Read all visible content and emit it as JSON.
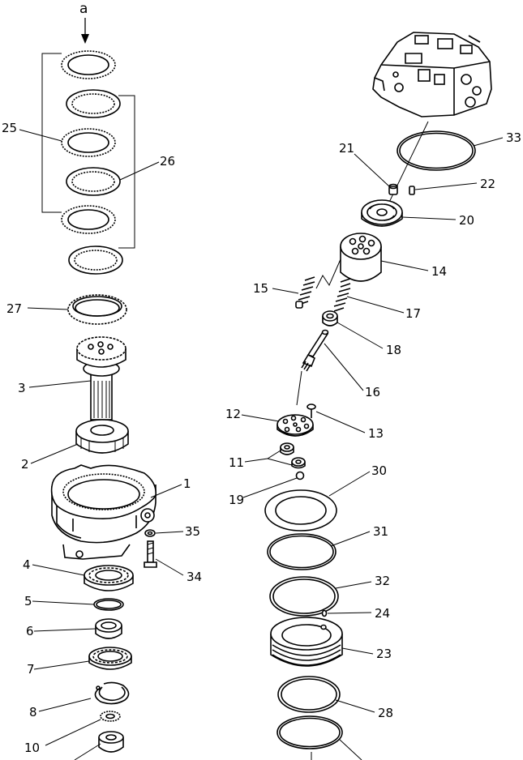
{
  "diagram": {
    "arrow_label": "a",
    "labels": {
      "p1": "1",
      "p2": "2",
      "p3": "3",
      "p4": "4",
      "p5": "5",
      "p6": "6",
      "p7": "7",
      "p8": "8",
      "p10": "10",
      "p11": "11",
      "p12": "12",
      "p13": "13",
      "p14": "14",
      "p15": "15",
      "p16": "16",
      "p17": "17",
      "p18": "18",
      "p19": "19",
      "p20": "20",
      "p21": "21",
      "p22": "22",
      "p23": "23",
      "p24": "24",
      "p25": "25",
      "p26": "26",
      "p27": "27",
      "p28": "28",
      "p30": "30",
      "p31": "31",
      "p32": "32",
      "p33": "33",
      "p34": "34",
      "p35": "35"
    }
  }
}
